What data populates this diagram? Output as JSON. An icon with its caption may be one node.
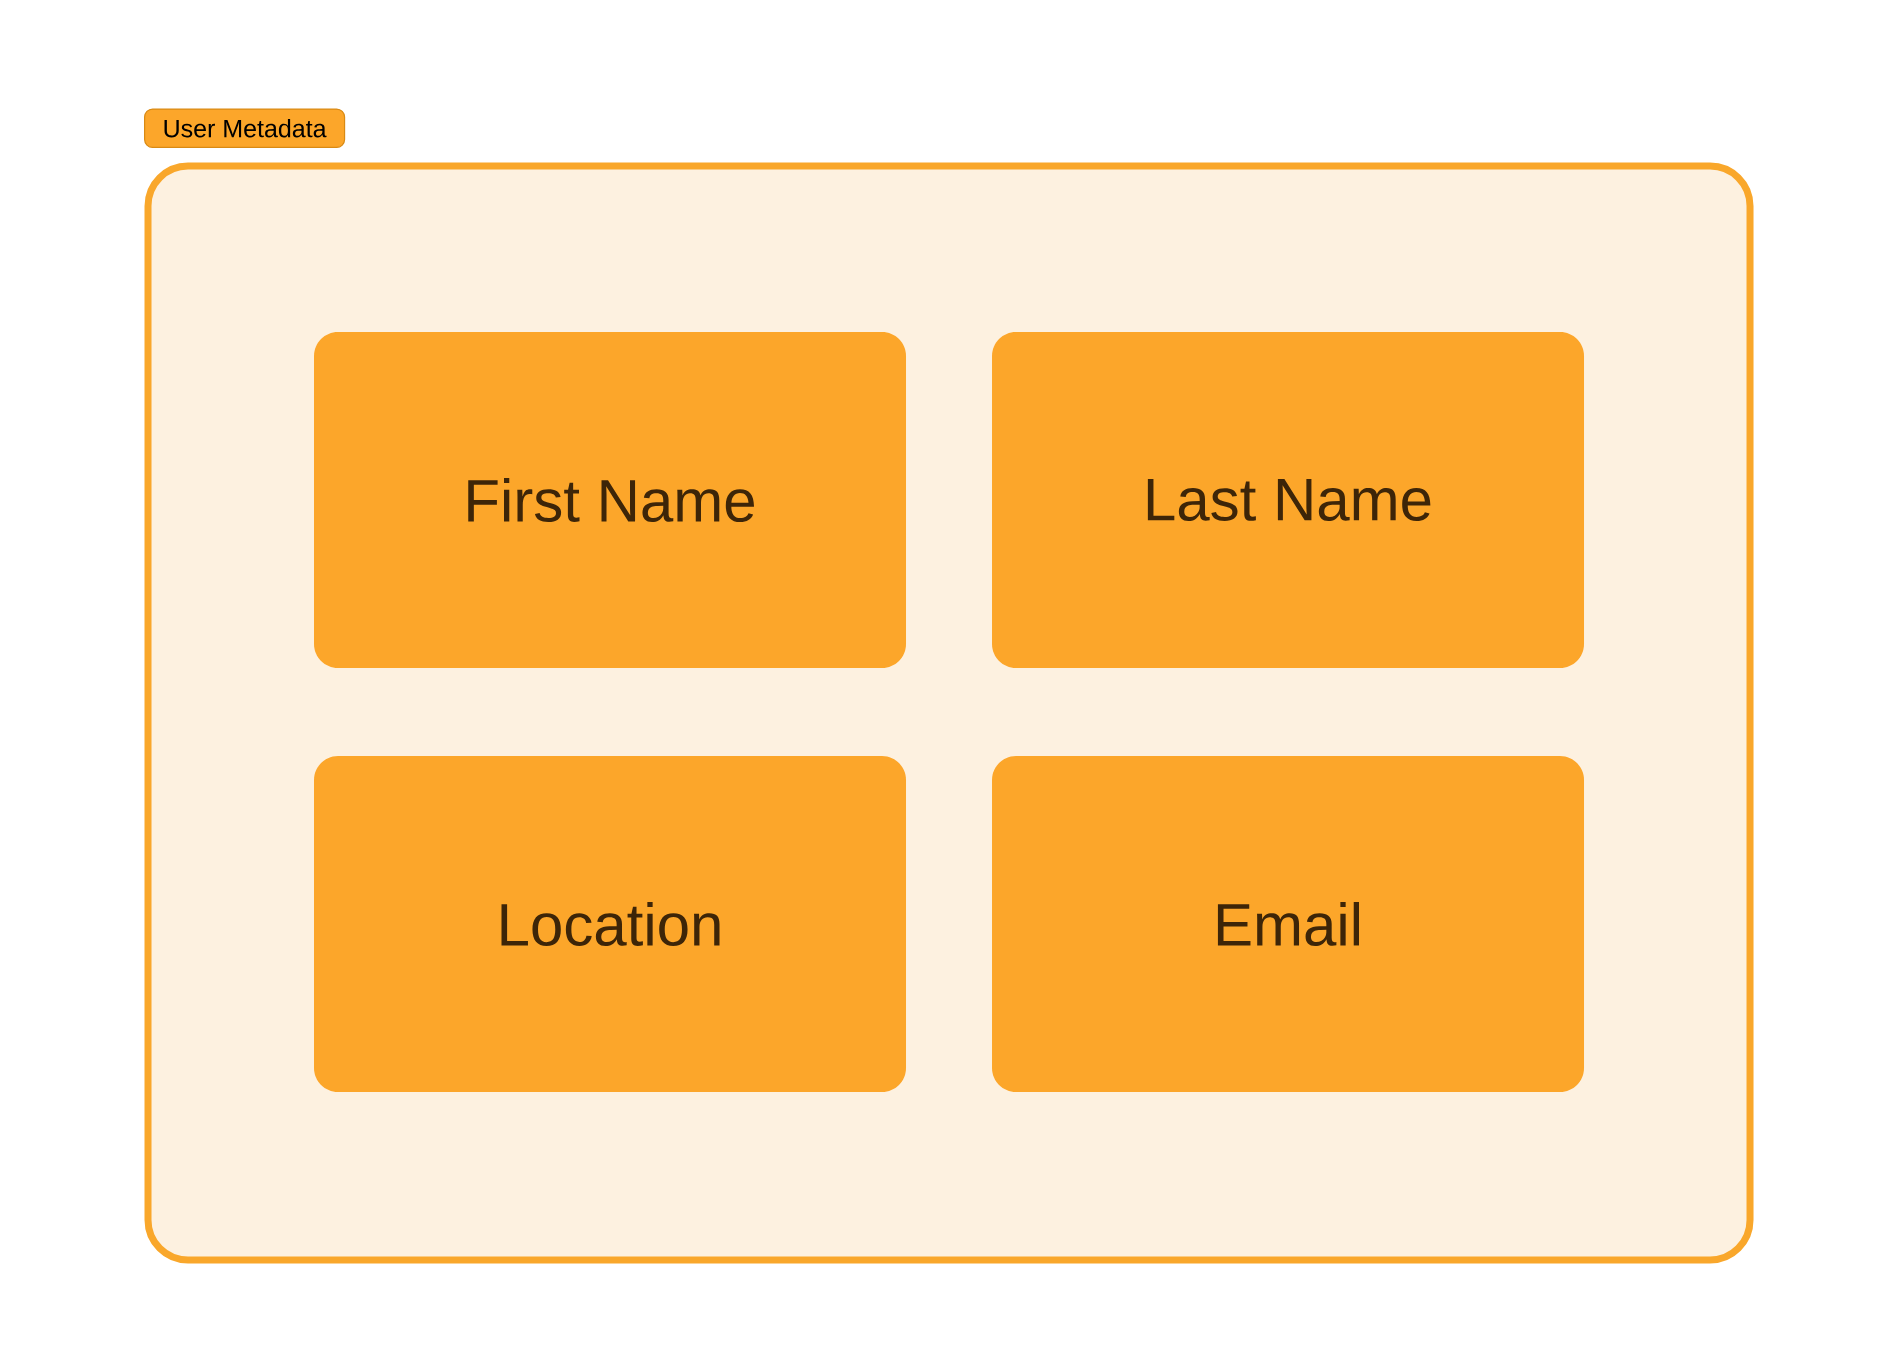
{
  "diagram": {
    "nodes": [
      {
        "text": [
          "User Metadata"
        ]
      },
      {
        "text": [
          "First Name"
        ],
        "in": 0
      },
      {
        "text": [
          "Last Name"
        ],
        "in": 0
      },
      {
        "text": [
          "Location"
        ],
        "in": 0
      },
      {
        "text": [
          "Email"
        ],
        "in": 0
      }
    ]
  }
}
